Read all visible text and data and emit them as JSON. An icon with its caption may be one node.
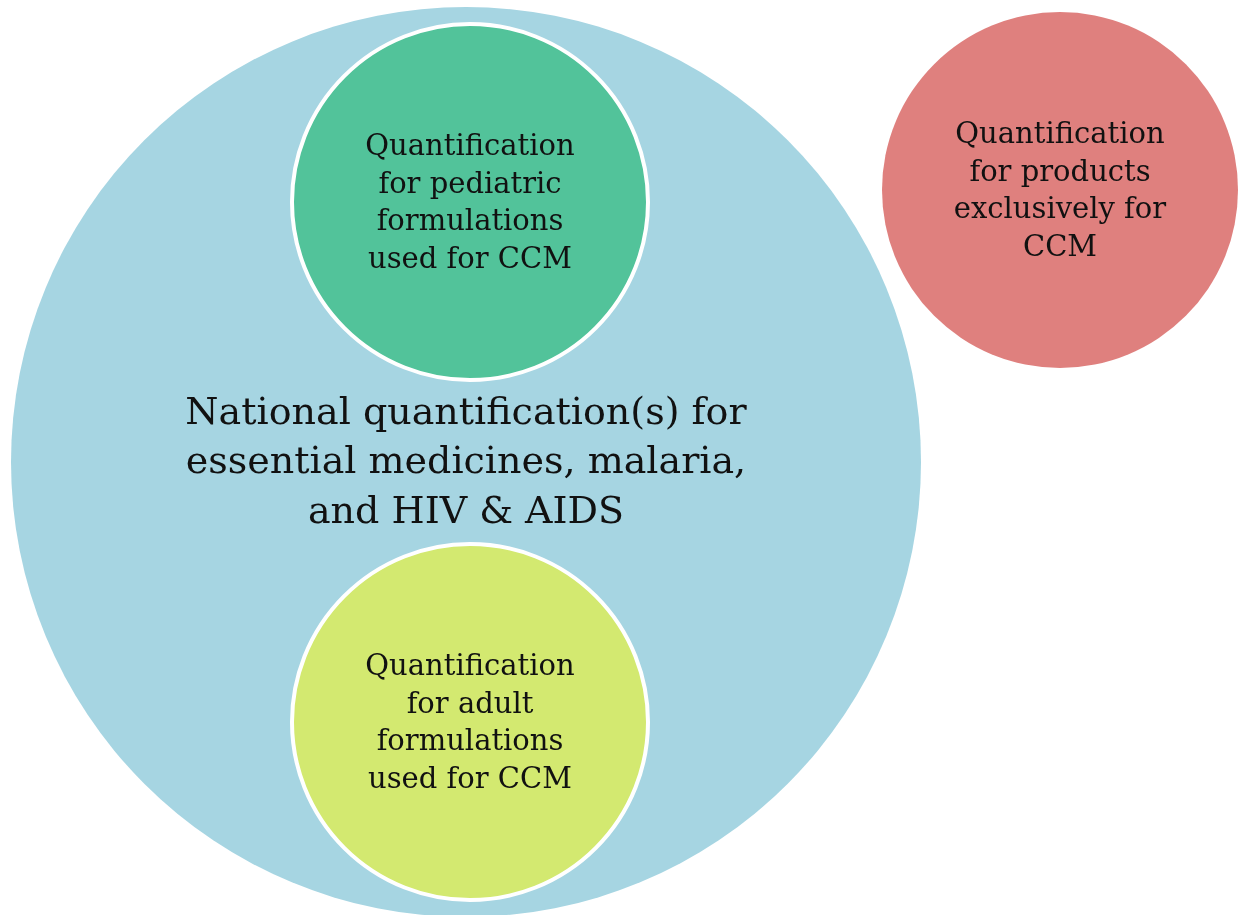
{
  "diagram": {
    "nodes": [
      {
        "text": [
          "National quantification(s) for essential medicines, malaria, and HIV & AIDS"
        ]
      },
      {
        "text": [
          "Quantification for pediatric formulations used for CCM"
        ],
        "in": 0
      },
      {
        "text": [
          "Quantification for adult formulations used for CCM"
        ],
        "in": 0
      },
      {
        "text": [
          "Quantification for products exclusively for CCM"
        ]
      }
    ]
  }
}
